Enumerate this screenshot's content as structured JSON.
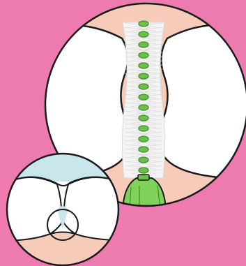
{
  "colors": {
    "background": "#ee7bb0",
    "gum": "#f7cbb9",
    "tooth": "#ffffff",
    "outline": "#1a1a1a",
    "bristle": "#d9d9d9",
    "wire_green": "#6cc04a",
    "wire_green_dark": "#3f8f2a",
    "handle_green": "#7fd15a",
    "inset_gum": "#c8e6ec"
  },
  "illustration": {
    "subject": "interdental-brush-between-teeth",
    "views": [
      "front-close-up",
      "cross-section-inset"
    ]
  }
}
